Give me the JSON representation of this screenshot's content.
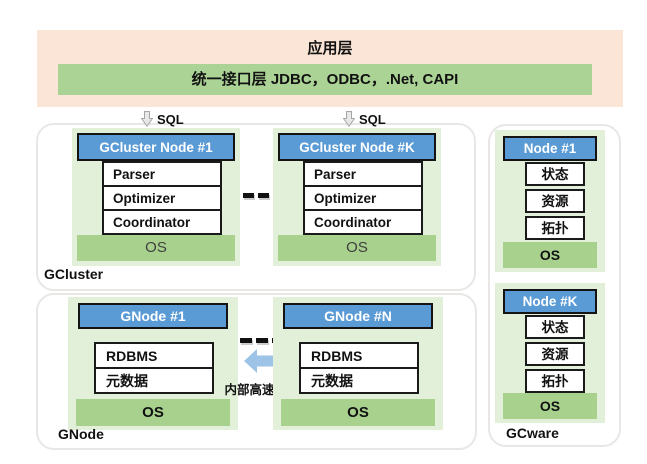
{
  "banner": {
    "title": "应用层",
    "interface_bar": "统一接口层 JDBC，ODBC，.Net,  CAPI"
  },
  "sql_arrows": [
    {
      "label": "SQL"
    },
    {
      "label": "SQL"
    }
  ],
  "gcluster": {
    "label": "GCluster",
    "nodes": [
      {
        "title": "GCluster Node #1",
        "components": [
          "Parser",
          "Optimizer",
          "Coordinator"
        ],
        "os": "OS"
      },
      {
        "title": "GCluster Node #K",
        "components": [
          "Parser",
          "Optimizer",
          "Coordinator"
        ],
        "os": "OS"
      }
    ]
  },
  "gnode": {
    "label": "GNode",
    "interconnect_label": "内部高速连接",
    "nodes": [
      {
        "title": "GNode #1",
        "components": [
          "RDBMS",
          "元数据"
        ],
        "os": "OS"
      },
      {
        "title": "GNode #N",
        "components": [
          "RDBMS",
          "元数据"
        ],
        "os": "OS"
      }
    ]
  },
  "gcware": {
    "label": "GCware",
    "nodes": [
      {
        "title": "Node #1",
        "components": [
          "状态",
          "资源",
          "拓扑"
        ],
        "os": "OS"
      },
      {
        "title": "Node #K",
        "components": [
          "状态",
          "资源",
          "拓扑"
        ],
        "os": "OS"
      }
    ]
  },
  "colors": {
    "banner_bg": "#FBE5D6",
    "interface_bar_green": "#ACD396",
    "node_container_green": "#E2EFD9",
    "os_bar_green": "#A9D18E",
    "header_blue": "#5B9BD5",
    "interconnect_arrow_blue": "#9DC3E6",
    "box_border": "#1A1A1A",
    "group_border": "#E8E7E6"
  }
}
